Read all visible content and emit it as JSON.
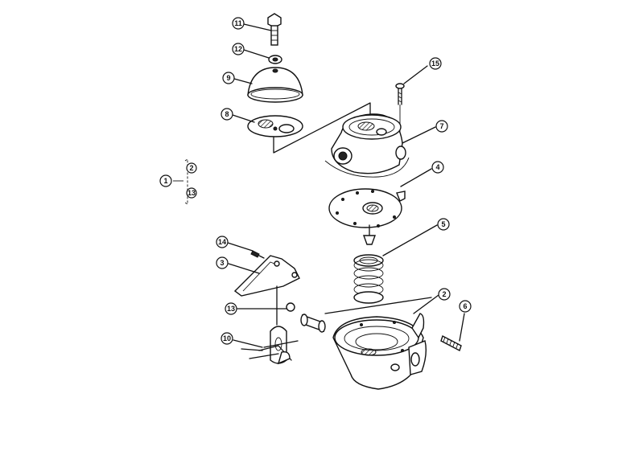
{
  "diagram": {
    "callouts": [
      {
        "id": "c11",
        "label": "11"
      },
      {
        "id": "c12",
        "label": "12"
      },
      {
        "id": "c9",
        "label": "9"
      },
      {
        "id": "c8",
        "label": "8"
      },
      {
        "id": "c15",
        "label": "15"
      },
      {
        "id": "c7",
        "label": "7"
      },
      {
        "id": "c4",
        "label": "4"
      },
      {
        "id": "c1",
        "label": "1"
      },
      {
        "id": "c1a",
        "label": "2"
      },
      {
        "id": "c1b",
        "label": "13"
      },
      {
        "id": "c14",
        "label": "14"
      },
      {
        "id": "c5",
        "label": "5"
      },
      {
        "id": "c3",
        "label": "3"
      },
      {
        "id": "c2",
        "label": "2"
      },
      {
        "id": "c6",
        "label": "6"
      },
      {
        "id": "c13",
        "label": "13"
      },
      {
        "id": "c10",
        "label": "10"
      }
    ]
  },
  "colors": {
    "line": "#111111",
    "background": "#ffffff"
  }
}
